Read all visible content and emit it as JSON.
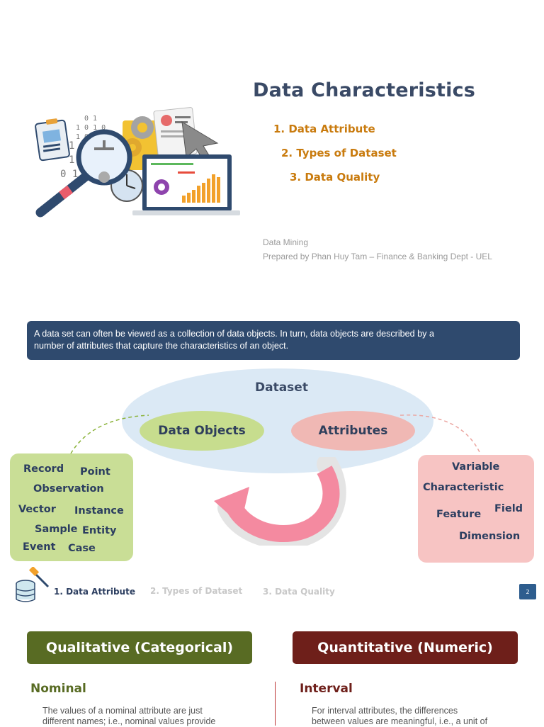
{
  "slide1": {
    "title": "Data Characteristics",
    "agenda": [
      "1. Data Attribute",
      "2. Types of Dataset",
      "3. Data Quality"
    ],
    "course": "Data Mining",
    "author": "Prepared by Phan Huy Tam – Finance & Banking Dept - UEL"
  },
  "slide2": {
    "banner_line1": "A data set can often be viewed as a collection of data objects. In turn, data objects are described by a",
    "banner_line2": "number of attributes that capture the characteristics of an object.",
    "dataset": "Dataset",
    "data_objects": "Data Objects",
    "attributes": "Attributes",
    "object_synonyms": [
      "Record",
      "Point",
      "Observation",
      "Vector",
      "Instance",
      "Sample",
      "Entity",
      "Event",
      "Case"
    ],
    "attribute_synonyms": [
      "Variable",
      "Characteristic",
      "Feature",
      "Field",
      "Dimension"
    ],
    "nav": [
      "1. Data Attribute",
      "2. Types of Dataset",
      "3. Data Quality"
    ],
    "page_number": "2"
  },
  "slide3": {
    "qualitative": "Qualitative (Categorical)",
    "quantitative": "Quantitative (Numeric)",
    "nominal": "Nominal",
    "interval": "Interval",
    "nominal_line1": "The values of a nominal attribute are just",
    "nominal_line2": "different names; i.e., nominal values provide",
    "interval_line1": "For interval attributes, the differences",
    "interval_line2": "between values are meaningful, i.e., a unit of"
  },
  "colors": {
    "title": "#3a4a66",
    "agenda": "#c97b0e",
    "banner": "#2f4a6e",
    "qualitative": "#586b23",
    "quantitative": "#6e1f1a"
  }
}
